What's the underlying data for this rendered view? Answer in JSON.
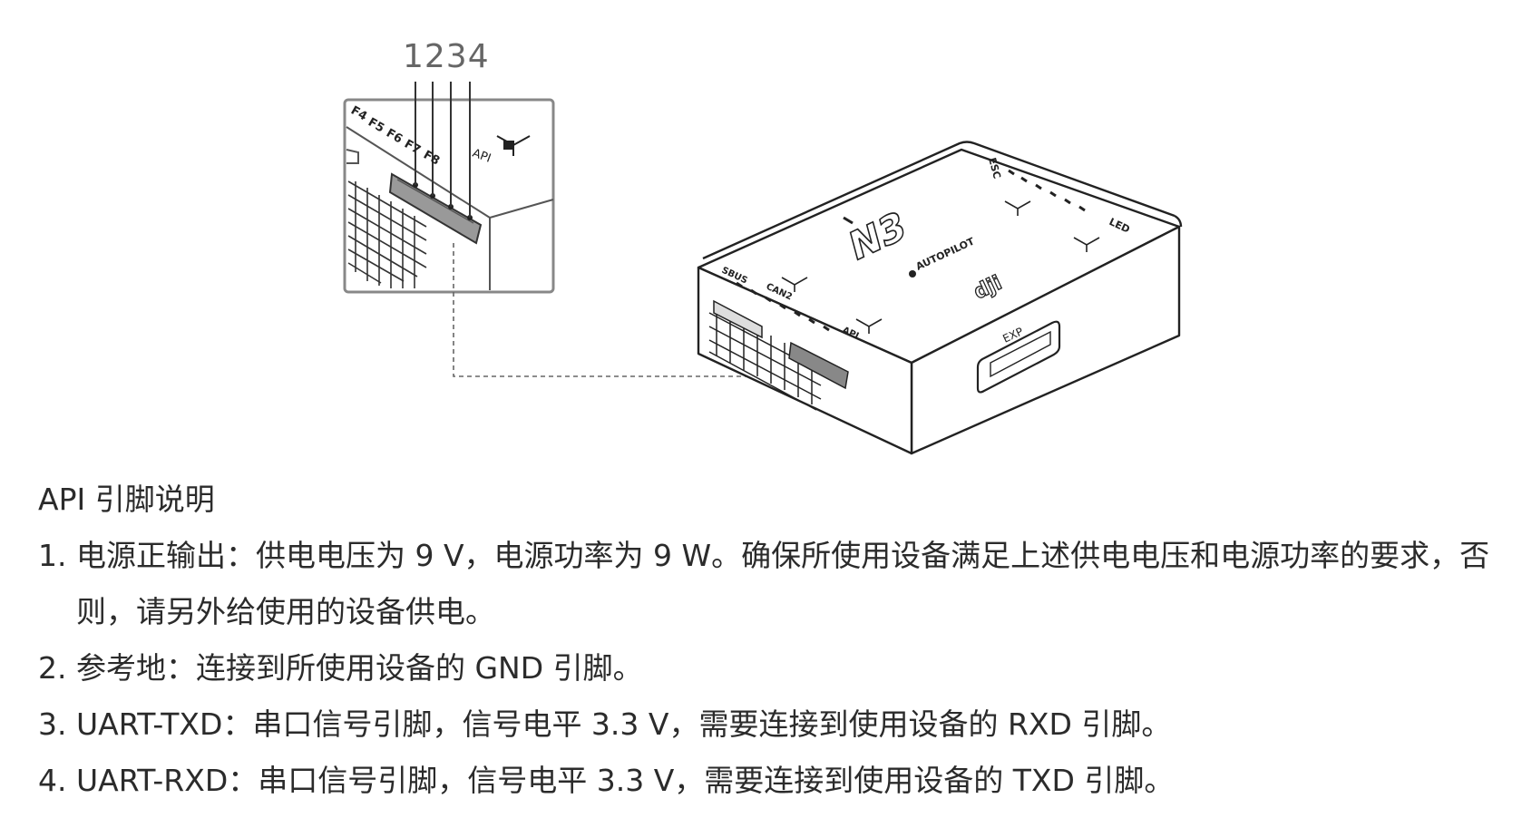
{
  "figure": {
    "pin_numbers": "1234",
    "port_labels": {
      "f4": "F4",
      "f5": "F5",
      "f6": "F6",
      "f7": "F7",
      "f8": "F8",
      "api_inset": "API",
      "api_body": "API",
      "can2": "CAN2",
      "sbus": "SBUS",
      "exp": "EXP",
      "esc": "ESC",
      "led": "LED",
      "brand": "N3",
      "autopilot": "AUTOPILOT",
      "logo": "dji"
    }
  },
  "section": {
    "heading": "API 引脚说明",
    "items": [
      {
        "num": "1.",
        "text": "电源正输出：供电电压为 9 V，电源功率为 9 W。确保所使用设备满足上述供电电压和电源功率的要求，否则，请另外给使用的设备供电。"
      },
      {
        "num": "2.",
        "text": "参考地：连接到所使用设备的 GND 引脚。"
      },
      {
        "num": "3.",
        "text": "UART-TXD：串口信号引脚，信号电平 3.3 V，需要连接到使用设备的 RXD 引脚。"
      },
      {
        "num": "4.",
        "text": "UART-RXD：串口信号引脚，信号电平 3.3 V，需要连接到使用设备的 TXD 引脚。"
      }
    ]
  }
}
